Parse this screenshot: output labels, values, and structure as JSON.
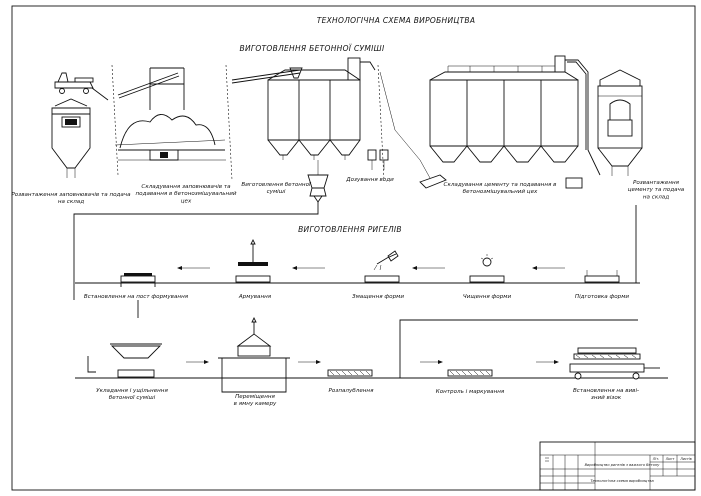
{
  "title": "ТЕХНОЛОГІЧНА СХЕМА ВИРОБНИЦТВА",
  "sections": {
    "concrete": "ВИГОТОВЛЕННЯ   БЕТОННОЇ   СУМІШІ",
    "rigel": "ВИГОТОВЛЕННЯ   РИГЕЛІВ"
  },
  "labels": {
    "aggregate_unload": "Розвантаження заповнювачів та подача\nна склад",
    "aggregate_store": "Складування заповнювачів та\nподавання в бетонозмішувальний\nцех",
    "concrete_mix": "Виготовлення бетонної\nсуміші",
    "water_dosing": "Дозування води",
    "cement_store": "Складування цементу та подавання в\nбетонозмішувальний цех",
    "cement_unload": "Розвантаження\nцементу та подача\nна склад",
    "mould_install": "Встановлення на пост формування",
    "reinforcement": "Армування",
    "mould_lube": "Змащення форми",
    "mould_clean": "Чищення форми",
    "mould_prep": "Підготовка форми",
    "concrete_lay": "Укладання і ущільнення\nбетонної суміші",
    "steam_chamber": "Переміщення\nв ямну камеру",
    "demould": "Розпалублення",
    "control": "Контроль і маркування",
    "warehouse": "Встановлення на виві-\nзний візок"
  },
  "stamp": {
    "doc_title": "Технологічна схема виробництва",
    "doc_desc": "Виробництво ригелів з важкого бетону",
    "col_lit": "Літ.",
    "col_sheet": "Лист",
    "col_sheets": "Листів"
  }
}
